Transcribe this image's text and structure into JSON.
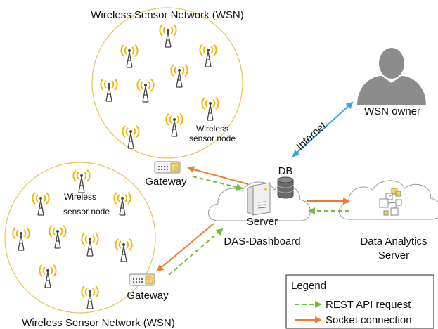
{
  "labels": {
    "wsn_top_title": "Wireless Sensor Network (WSN)",
    "wsn_bottom_title": "Wireless Sensor Network (WSN)",
    "node_label_top_line1": "Wireless",
    "node_label_top_line2": "sensor node",
    "node_label_bottom_line1": "Wireless",
    "node_label_bottom_line2": "sensor node",
    "gateway_top": "Gateway",
    "gateway_bottom": "Gateway",
    "db": "DB",
    "server": "Server",
    "das_dashboard": "DAS-Dashboard",
    "internet": "Internet",
    "wsn_owner": "WSN owner",
    "analytics_line1": "Data Analytics",
    "analytics_line2": "Server"
  },
  "legend": {
    "title": "Legend",
    "rest_label": "REST API request",
    "socket_label": "Socket connection"
  },
  "colors": {
    "circle_border": "#e8c45a",
    "antenna_wave": "#f2b705",
    "rest_arrow": "#6fbf3f",
    "socket_arrow": "#f07c2c",
    "internet_arrow": "#35a8d6",
    "person": "#8c8c8c"
  },
  "icons": {
    "antenna": "antenna-icon",
    "gateway": "gateway-icon",
    "server": "server-icon",
    "database": "database-icon",
    "cloud": "cloud-icon",
    "person": "person-icon",
    "analytics": "analytics-icon"
  }
}
